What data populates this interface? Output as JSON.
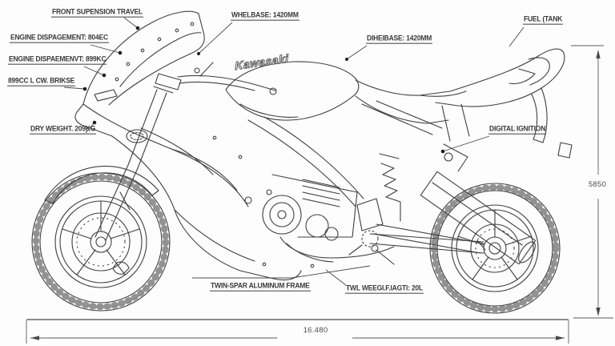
{
  "diagram": {
    "brand": "Kawasaki",
    "callouts": [
      {
        "id": "front-suspension-travel",
        "text": "FRONT SUPENSION TRAVEL"
      },
      {
        "id": "engine-displacement-1",
        "text": "ENGINE DISPAGEMENT: 804EC"
      },
      {
        "id": "engine-displacement-2",
        "text": "ENGINE DISPAEMENVT: 899KC"
      },
      {
        "id": "engine-displacement-3",
        "text": "899CC L CW. BRIKSE"
      },
      {
        "id": "dry-weight",
        "text": "DRY WEIGHT. 209KG"
      },
      {
        "id": "wheelbase",
        "text": "WHELBASE: 1420MM"
      },
      {
        "id": "wheelbase-2",
        "text": "DIHEIBASE: 1420MM"
      },
      {
        "id": "fuel-tank",
        "text": "FUEL (TANK"
      },
      {
        "id": "digital-ignition",
        "text": "DIGITAL IGNITION"
      },
      {
        "id": "frame",
        "text": "TWIN-SPAR ALUMINUM FRAME"
      },
      {
        "id": "fuel-capacity",
        "text": "TWL WEEGI.F.IAGTI: 20L"
      }
    ],
    "dimensions": {
      "overall_length": "16.480",
      "overall_height": "5850"
    },
    "colors": {
      "line": "#3f3f3f",
      "thin_line": "#5a5a5a",
      "label": "#3a3a3a",
      "background": "#fdfdfd"
    }
  }
}
